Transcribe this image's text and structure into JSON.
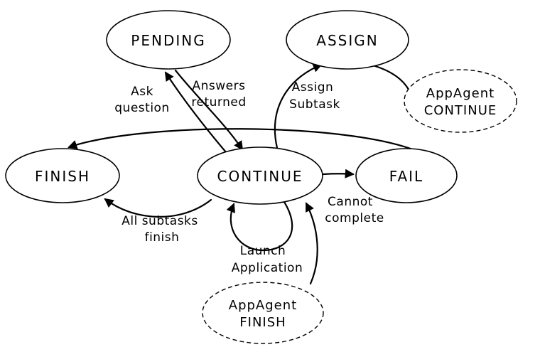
{
  "diagram": {
    "colors": {
      "stroke": "#000000",
      "background": "#ffffff"
    },
    "nodes": {
      "pending": {
        "label": "PENDING"
      },
      "assign": {
        "label": "ASSIGN"
      },
      "finish": {
        "label": "FINISH"
      },
      "continue": {
        "label": "CONTINUE"
      },
      "fail": {
        "label": "FAIL"
      },
      "appagent_continue": {
        "line1": "AppAgent",
        "line2": "CONTINUE"
      },
      "appagent_finish": {
        "line1": "AppAgent",
        "line2": "FINISH"
      }
    },
    "edges": {
      "ask_question": {
        "line1": "Ask",
        "line2": "question"
      },
      "answers_returned": {
        "line1": "Answers",
        "line2": "returned"
      },
      "assign_subtask": {
        "line1": "Assign",
        "line2": "Subtask"
      },
      "all_subtasks_finish": {
        "line1": "All subtasks",
        "line2": "finish"
      },
      "launch_application": {
        "line1": "Launch",
        "line2": "Application"
      },
      "cannot_complete": {
        "line1": "Cannot",
        "line2": "complete"
      }
    }
  }
}
